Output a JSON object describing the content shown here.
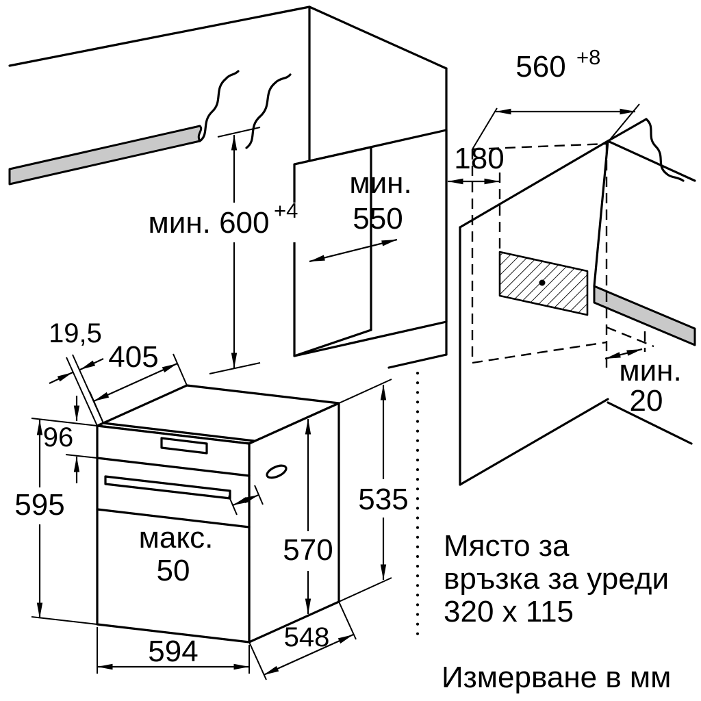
{
  "drawing": {
    "units_note": "Измерване в мм",
    "connection_area": {
      "line1": "Място за",
      "line2": "връзка за уреди",
      "line3": "320 x 115"
    },
    "dims": {
      "niche_width": "560",
      "niche_width_tol": "+8",
      "connection_offset": "180",
      "niche_depth_prefix": "мин.",
      "niche_depth": "550",
      "niche_height_main": "мин. 600",
      "niche_height_tol": "+4",
      "rear_gap_prefix": "мин.",
      "rear_gap": "20",
      "top_offset": "19,5",
      "top_depth": "405",
      "panel_height": "96",
      "oven_height": "595",
      "handle_prefix": "макс.",
      "handle_max": "50",
      "body_height": "570",
      "side_height": "535",
      "oven_width": "594",
      "oven_depth": "548"
    },
    "colors": {
      "line": "#000000",
      "worktop_edge": "#c9c9c9",
      "background": "#ffffff"
    }
  }
}
